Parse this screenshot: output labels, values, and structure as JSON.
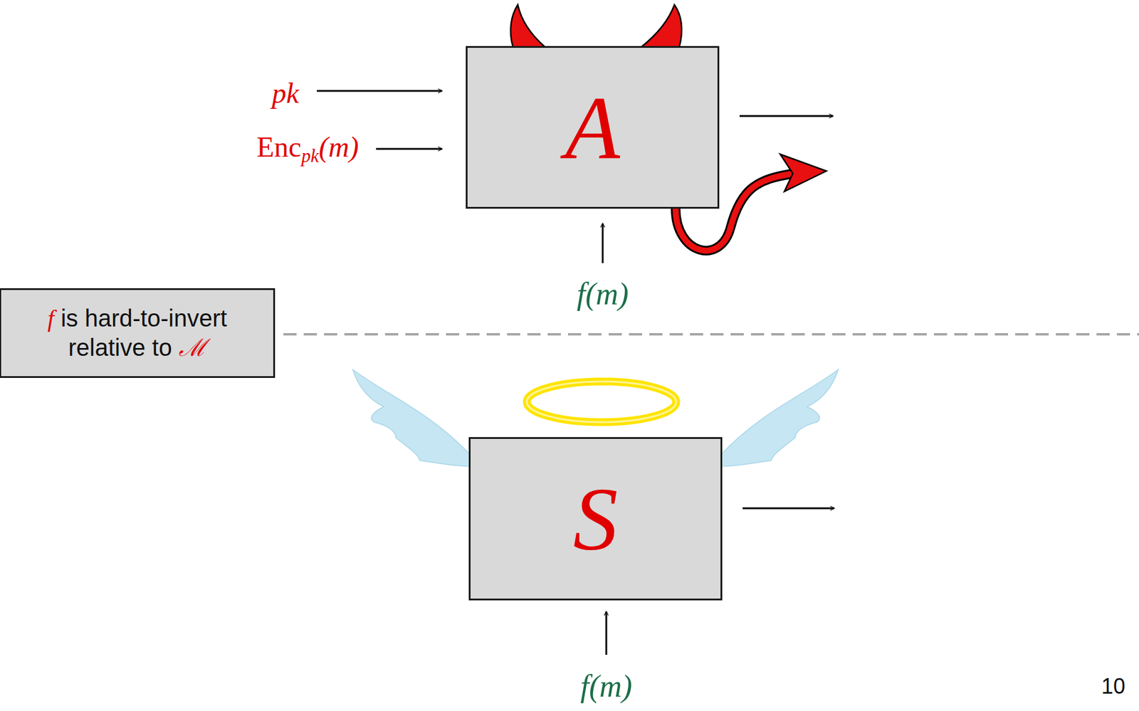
{
  "diagram": {
    "nodes": [
      {
        "text": [
          "A"
        ]
      },
      {
        "text": [
          "f is hard-to-invert relative to ℳ"
        ]
      },
      {
        "text": [
          "S"
        ]
      }
    ],
    "labels": [
      "pk",
      "Encpk(m)",
      "f(m)",
      "f(m)",
      "10"
    ]
  }
}
